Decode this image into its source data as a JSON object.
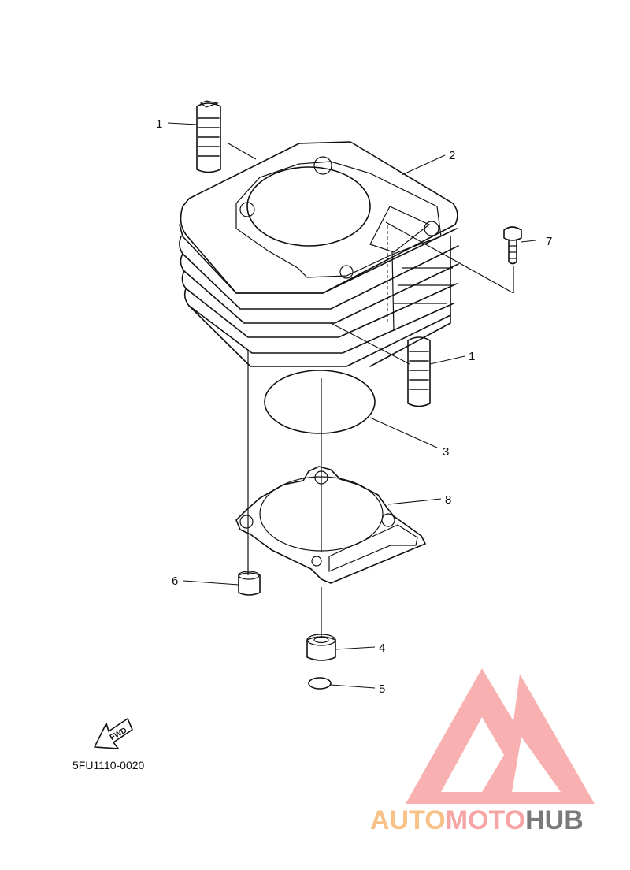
{
  "callouts": {
    "c1a": "1",
    "c1b": "1",
    "c2": "2",
    "c3": "3",
    "c4": "4",
    "c5": "5",
    "c6": "6",
    "c7": "7",
    "c8": "8"
  },
  "fwd_label": "FWD",
  "diagram_code": "5FU1110-0020",
  "watermark": {
    "part_a": "AUTO",
    "part_b": "MOTO",
    "part_c": "HUB",
    "colors": {
      "auto": "#f7c187",
      "moto": "#f6a4a4",
      "hub": "#7a7a7a",
      "logo": "#f7a2a2"
    }
  }
}
